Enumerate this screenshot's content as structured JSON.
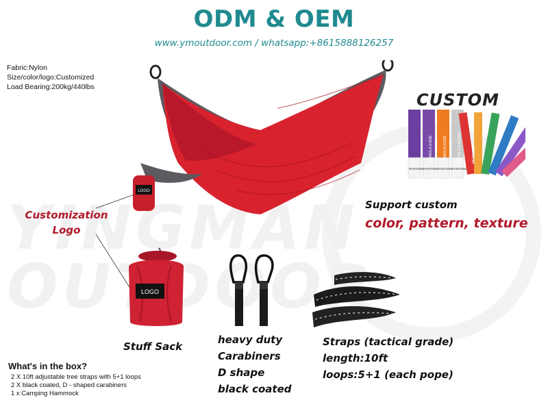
{
  "header": {
    "title": "ODM  & OEM",
    "contact": "www.ymoutdoor.com  / whatsapp:+8615888126257"
  },
  "specs": [
    "Fabric:Nylon",
    "Size/color/logo:Customized",
    "Load Bearing:200kg/440lbs"
  ],
  "watermark": [
    "YINGMAN",
    "OUTDOOR"
  ],
  "custom": {
    "heading": "CUSTOM",
    "support": "Support custom",
    "features": "color, pattern, texture",
    "swatch_cards": [
      "FORMULA GUIDE",
      "FORMULA GUIDE",
      "PASTELS & NEONS",
      "METALLICS"
    ],
    "swatch_brand": "PANTONE"
  },
  "customization": {
    "label_lines": [
      "Customization",
      "Logo"
    ],
    "logo_text": "LOGO"
  },
  "items": {
    "sack_label": "Stuff Sack",
    "carabiner_lines": [
      "heavy duty",
      "Carabiners",
      "D shape",
      "black coated"
    ],
    "strap_lines": [
      "Straps (tactical grade)",
      "length:10ft",
      "loops:5+1 (each pope)"
    ]
  },
  "box": {
    "title": "What's in the box?",
    "contents": [
      "2 X 10ft adjustable tree straps with 5+1 loops",
      "2 X black coated, D - shaped carabiners",
      "1 x  Camping Hammock"
    ]
  },
  "colors": {
    "teal": "#1f8a8f",
    "accent_red": "#b0192a",
    "hammock_red": "#d8232f",
    "hammock_grey": "#5d5a60"
  }
}
